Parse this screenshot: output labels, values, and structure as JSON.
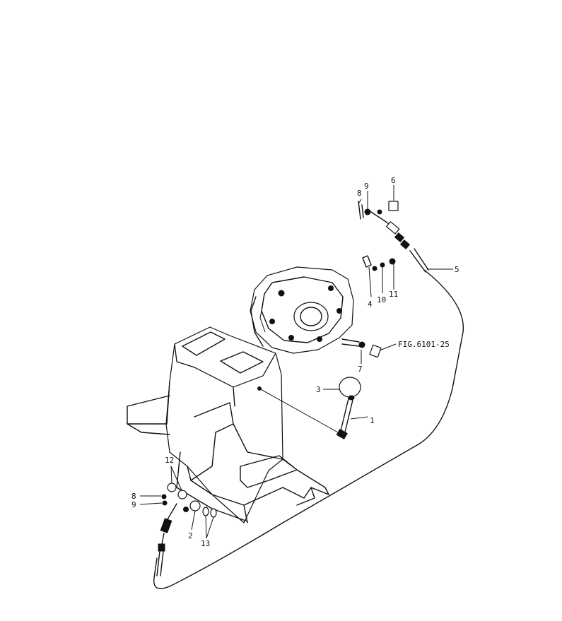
{
  "callouts": {
    "c1": "1",
    "c2": "2",
    "c3": "3",
    "c4": "4",
    "c5": "5",
    "c6": "6",
    "c7": "7",
    "c8a": "8",
    "c8b": "8",
    "c9a": "9",
    "c9b": "9",
    "c10": "10",
    "c11": "11",
    "c12": "12",
    "c13": "13"
  },
  "figure_reference": "FIG.6101-25"
}
